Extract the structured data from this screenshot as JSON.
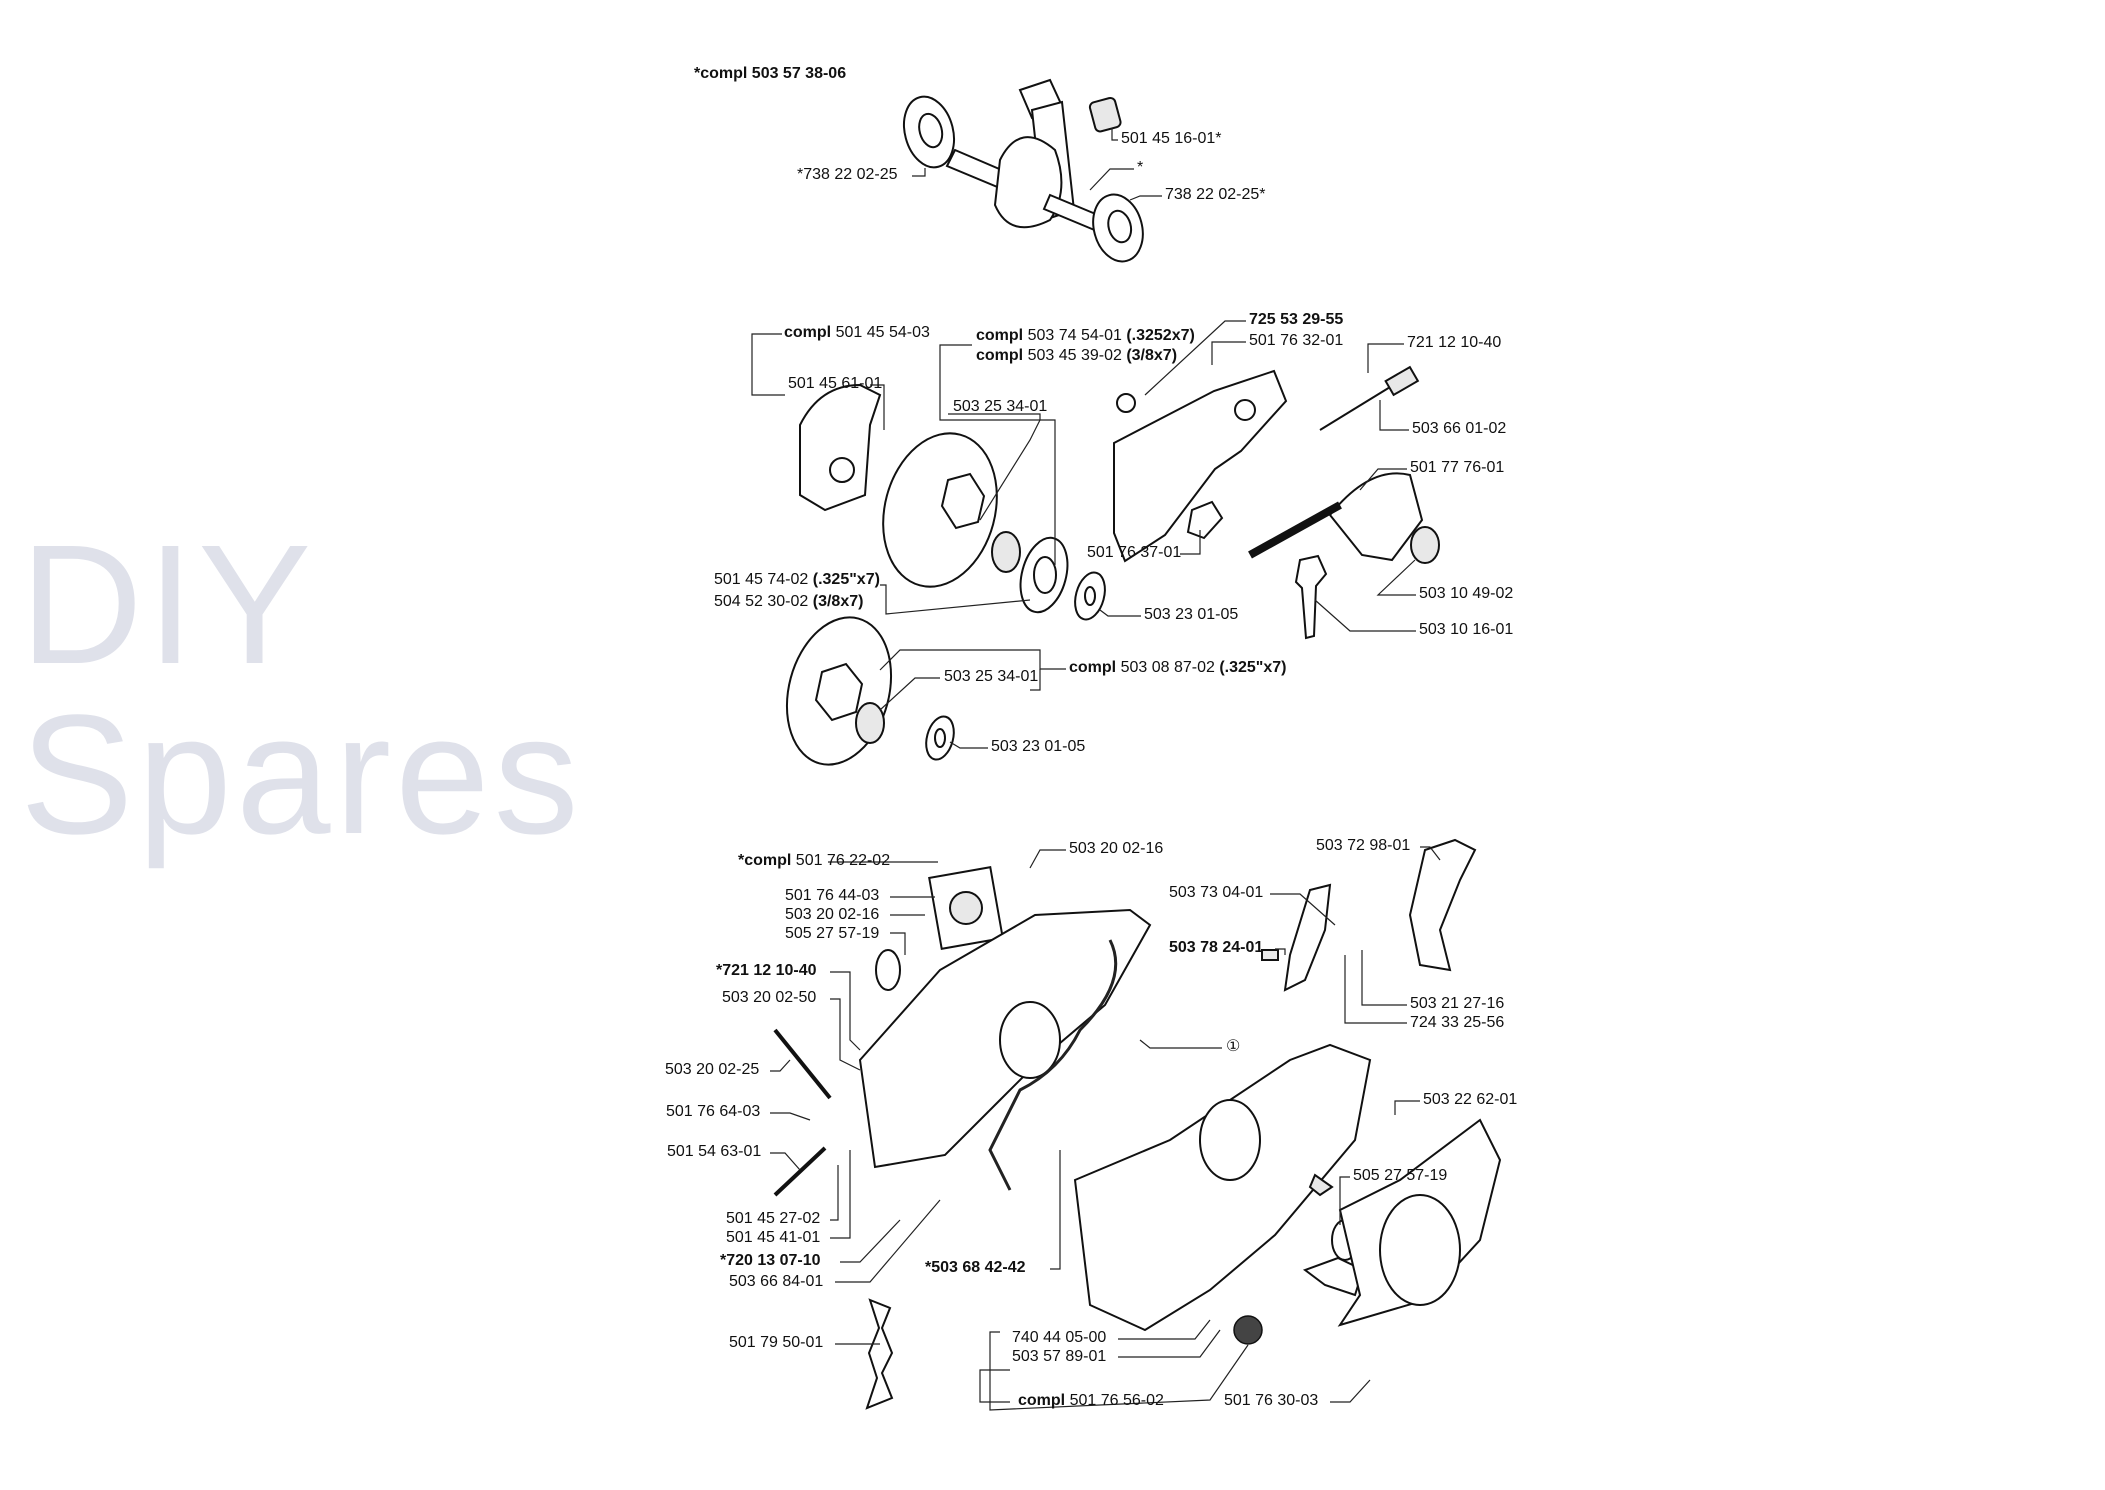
{
  "watermark": "DIY Spares",
  "labels": [
    {
      "id": "s1_compl",
      "segments": [
        [
          "*compl 503 57 38-06",
          true
        ]
      ]
    },
    {
      "id": "s1_needle",
      "segments": [
        [
          "501 45 16-01*",
          false
        ]
      ]
    },
    {
      "id": "s1_bear_l",
      "segments": [
        [
          "*738 22 02-25",
          false
        ]
      ]
    },
    {
      "id": "s1_crank",
      "segments": [
        [
          "*",
          false
        ]
      ]
    },
    {
      "id": "s1_bear_r",
      "segments": [
        [
          "738 22 02-25*",
          false
        ]
      ]
    },
    {
      "id": "s2_clutch_compl",
      "segments": [
        [
          "compl",
          true
        ],
        [
          " 501 45 54-03",
          false
        ]
      ]
    },
    {
      "id": "s2_clutch",
      "segments": [
        [
          "501 45 61-01",
          false
        ]
      ]
    },
    {
      "id": "s2_drum_a",
      "segments": [
        [
          "compl",
          true
        ],
        [
          " 503 74 54-01 ",
          false
        ],
        [
          "(.3252x7)",
          true
        ]
      ]
    },
    {
      "id": "s2_drum_b",
      "segments": [
        [
          "compl",
          true
        ],
        [
          " 503 45 39-02 ",
          false
        ],
        [
          "(3/8x7)",
          true
        ]
      ]
    },
    {
      "id": "s2_needle1",
      "segments": [
        [
          "503 25 34-01",
          false
        ]
      ]
    },
    {
      "id": "s2_screw",
      "segments": [
        [
          "725 53 29-55",
          true
        ]
      ]
    },
    {
      "id": "s2_plate",
      "segments": [
        [
          "501 76 32-01",
          false
        ]
      ]
    },
    {
      "id": "s2_pin",
      "segments": [
        [
          "721 12 10-40",
          false
        ]
      ]
    },
    {
      "id": "s2_shaft",
      "segments": [
        [
          "503 66 01-02",
          false
        ]
      ]
    },
    {
      "id": "s2_pump",
      "segments": [
        [
          "501 77 76-01",
          false
        ]
      ]
    },
    {
      "id": "s2_guide",
      "segments": [
        [
          "501 76 37-01",
          false
        ]
      ]
    },
    {
      "id": "s2_worm",
      "segments": [
        [
          "503 10 49-02",
          false
        ]
      ]
    },
    {
      "id": "s2_adjust",
      "segments": [
        [
          "503 10 16-01",
          false
        ]
      ]
    },
    {
      "id": "s2_rim_a",
      "segments": [
        [
          "501 45 74-02 ",
          false
        ],
        [
          "(.325\"x7)",
          true
        ]
      ]
    },
    {
      "id": "s2_rim_b",
      "segments": [
        [
          "504 52 30-02 ",
          false
        ],
        [
          "(3/8x7)",
          true
        ]
      ]
    },
    {
      "id": "s2_washer1",
      "segments": [
        [
          "503 23 01-05",
          false
        ]
      ]
    },
    {
      "id": "s2_drum2",
      "segments": [
        [
          "compl",
          true
        ],
        [
          " 503 08 87-02 ",
          false
        ],
        [
          "(.325\"x7)",
          true
        ]
      ]
    },
    {
      "id": "s2_needle2",
      "segments": [
        [
          "503 25 34-01",
          false
        ]
      ]
    },
    {
      "id": "s2_washer2",
      "segments": [
        [
          "503 23 01-05",
          false
        ]
      ]
    },
    {
      "id": "s3_compl",
      "segments": [
        [
          "*compl",
          true
        ],
        [
          " 501 76 22-02",
          false
        ]
      ]
    },
    {
      "id": "s3_screw_top",
      "segments": [
        [
          "503 20 02-16",
          false
        ]
      ]
    },
    {
      "id": "s3_cover",
      "segments": [
        [
          "501 76 44-03",
          false
        ]
      ]
    },
    {
      "id": "s3_screw2",
      "segments": [
        [
          "503 20 02-16",
          false
        ]
      ]
    },
    {
      "id": "s3_seal_l",
      "segments": [
        [
          "505 27 57-19",
          false
        ]
      ]
    },
    {
      "id": "s3_pin",
      "segments": [
        [
          "*721 12 10-40",
          true
        ]
      ]
    },
    {
      "id": "s3_bolt50",
      "segments": [
        [
          "503 20 02-50",
          false
        ]
      ]
    },
    {
      "id": "s3_bolt25",
      "segments": [
        [
          "503 20 02-25",
          false
        ]
      ]
    },
    {
      "id": "s3_valve",
      "segments": [
        [
          "501 76 64-03",
          false
        ]
      ]
    },
    {
      "id": "s3_screw63",
      "segments": [
        [
          "501 54 63-01",
          false
        ]
      ]
    },
    {
      "id": "s3_nut27",
      "segments": [
        [
          "501 45 27-02",
          false
        ]
      ]
    },
    {
      "id": "s3_nut41",
      "segments": [
        [
          "501 45 41-01",
          false
        ]
      ]
    },
    {
      "id": "s3_pin720",
      "segments": [
        [
          "*720 13 07-10",
          true
        ]
      ]
    },
    {
      "id": "s3_cable",
      "segments": [
        [
          "503 66 84-01",
          false
        ]
      ]
    },
    {
      "id": "s3_gasket",
      "segments": [
        [
          "*503 68 42-42",
          true
        ]
      ]
    },
    {
      "id": "s3_bracket",
      "segments": [
        [
          "501 79 50-01",
          false
        ]
      ]
    },
    {
      "id": "s3_oring",
      "segments": [
        [
          "740 44 05-00",
          false
        ]
      ]
    },
    {
      "id": "s3_clip",
      "segments": [
        [
          "503 57 89-01",
          false
        ]
      ]
    },
    {
      "id": "s3_cap_compl",
      "segments": [
        [
          "compl",
          true
        ],
        [
          " 501 76 56-02",
          false
        ]
      ]
    },
    {
      "id": "s3_guard",
      "segments": [
        [
          "501 76 30-03",
          false
        ]
      ]
    },
    {
      "id": "s3_deflector",
      "segments": [
        [
          "503 72 98-01",
          false
        ]
      ]
    },
    {
      "id": "s3_plate",
      "segments": [
        [
          "503 73 04-01",
          false
        ]
      ]
    },
    {
      "id": "s3_grommet",
      "segments": [
        [
          "503 78 24-01",
          true
        ]
      ]
    },
    {
      "id": "s3_screw16",
      "segments": [
        [
          "503 21 27-16",
          false
        ]
      ]
    },
    {
      "id": "s3_screw56",
      "segments": [
        [
          "724 33 25-56",
          false
        ]
      ]
    },
    {
      "id": "s3_ref1",
      "segments": [
        [
          "①",
          false
        ]
      ]
    },
    {
      "id": "s3_clamp",
      "segments": [
        [
          "503 22 62-01",
          false
        ]
      ]
    },
    {
      "id": "s3_seal_r",
      "segments": [
        [
          "505 27 57-19",
          false
        ]
      ]
    }
  ]
}
